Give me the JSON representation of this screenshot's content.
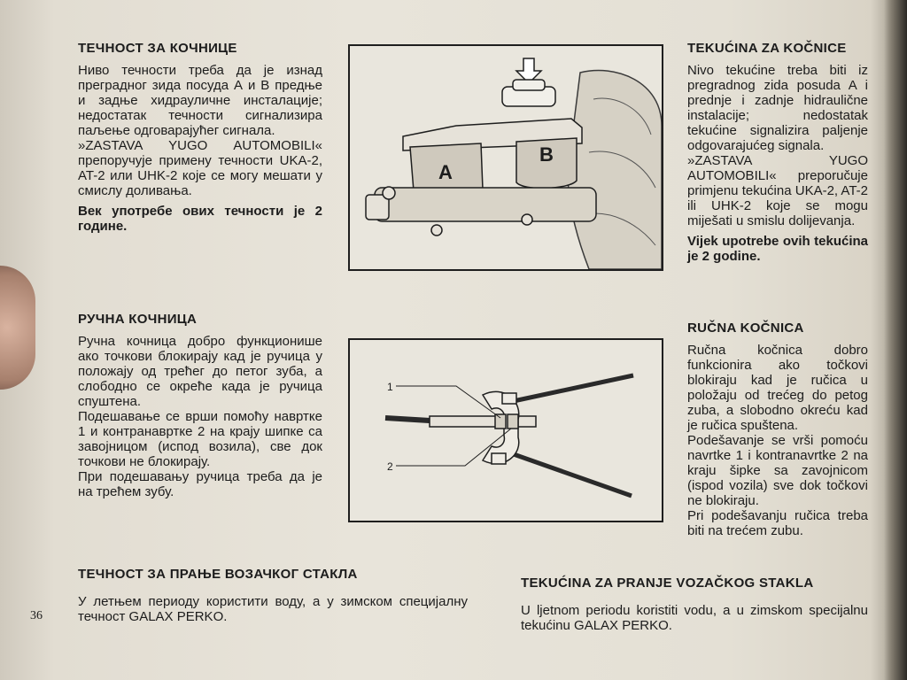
{
  "page_number": "36",
  "left": {
    "section1": {
      "title": "ТЕЧНОСТ ЗА КОЧНИЦЕ",
      "p1": "Ниво течности треба да је изнад преградног зида посуда А и В предње и задње хидрауличне инсталације; недостатак течности сигнализира паљење одговарајућег сигнала.",
      "p2": "»ZASTAVA YUGO AUTOMOBILI« препоручује примену течности UKA-2, AT-2 или UHK-2 које се могу мешати у смислу доливања.",
      "p3": "Век употребе ових течности је 2 године."
    },
    "section2": {
      "title": "РУЧНА КОЧНИЦА",
      "p1": "Ручна кочница добро функционише ако точкови блокирају кад је ручица у положају од трећег до петог зуба, а слободно се окреће када је ручица спуштена.",
      "p2": "Подешавање се врши помоћу навртке 1 и контранавртке 2 на крају шипке са завојницом (испод возила), све док точкови не блокирају.",
      "p3": "При подешавању ручица треба да је на трећем зубу."
    },
    "section3": {
      "title": "ТЕЧНОСТ ЗА ПРАЊЕ ВОЗАЧКОГ СТАКЛА",
      "p1": "У летњем периоду користити воду, а у зимском специјалну течност GALAX PERKO."
    }
  },
  "right": {
    "section1": {
      "title": "TEKUĆINA ZA KOČNICE",
      "p1": "Nivo tekućine treba biti iz pregradnog zida posuda A i prednje i zadnje hidraulične instalacije; nedostatak tekućine signalizira paljenje odgovarajućeg signala.",
      "p2": "»ZASTAVA YUGO AUTOMOBILI« preporučuje primjenu tekućina UKA-2, AT-2 ili UHK-2 koje se mogu miješati u smislu dolijevanja.",
      "p3": "Vijek upotrebe ovih tekućina je 2 godine."
    },
    "section2": {
      "title": "RUČNA KOČNICA",
      "p1": "Ručna kočnica dobro funkcionira ako točkovi blokiraju kad je ručica u položaju od trećeg do petog zuba, a slobodno okreću kad je ručica spuštena.",
      "p2": "Podešavanje se vrši pomoću navrtke 1 i kontranavrtke 2 na kraju šipke sa zavojnicom (ispod vozila) sve dok točkovi ne blokiraju.",
      "p3": "Pri podešavanju ručica treba biti na trećem zubu."
    },
    "section3": {
      "title": "TEKUĆINA ZA PRANJE VOZAČKOG STAKLA",
      "p1": "U ljetnom periodu koristiti vodu, a u zimskom specijalnu tekućinu GALAX PERKO."
    }
  },
  "figure1": {
    "label_a": "A",
    "label_b": "B"
  },
  "figure2": {
    "label_1": "1",
    "label_2": "2"
  }
}
